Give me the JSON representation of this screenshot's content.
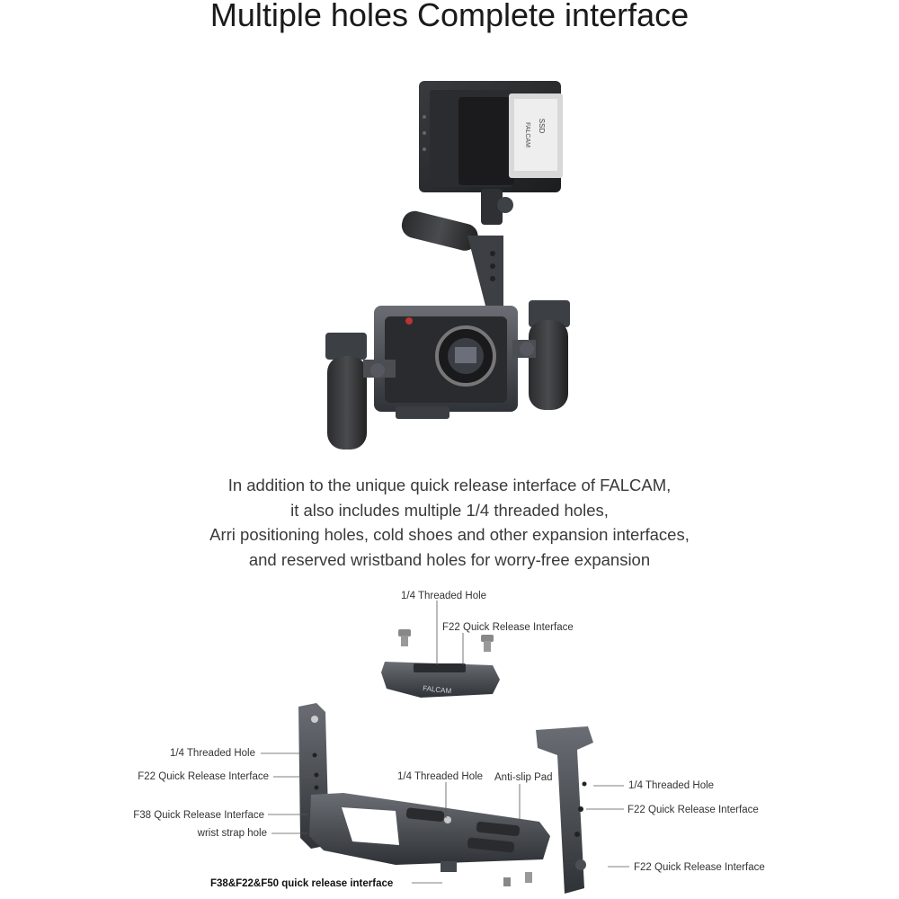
{
  "heading": "Multiple holes Complete interface",
  "description": [
    "In addition to the unique quick release interface of FALCAM,",
    "it also includes multiple 1/4 threaded holes,",
    "Arri positioning holes, cold shoes and other expansion interfaces,",
    "and reserved wristband holes for worry-free expansion"
  ],
  "product_markings": {
    "monitor_battery_brand": "FALCAM",
    "monitor_battery_label": "SSD",
    "plate_brand": "FALCAM"
  },
  "callouts": {
    "top_plate_threaded_hole": "1/4 Threaded Hole",
    "top_plate_quick_release": "F22 Quick Release Interface",
    "left_threaded_hole": "1/4 Threaded Hole",
    "left_f22": "F22 Quick Release Interface",
    "left_f38": "F38 Quick Release Interface",
    "left_wrist": "wrist strap hole",
    "base_threaded_hole": "1/4 Threaded Hole",
    "base_anti_slip": "Anti-slip Pad",
    "base_bottom": "F38&F22&F50 quick release interface",
    "right_threaded_hole": "1/4 Threaded Hole",
    "right_f22": "F22 Quick Release Interface",
    "right_f22_lower": "F22 Quick Release Interface"
  },
  "colors": {
    "background": "#ffffff",
    "metal_dark": "#3c3f44",
    "metal_mid": "#5a5e64",
    "text": "#333333"
  }
}
